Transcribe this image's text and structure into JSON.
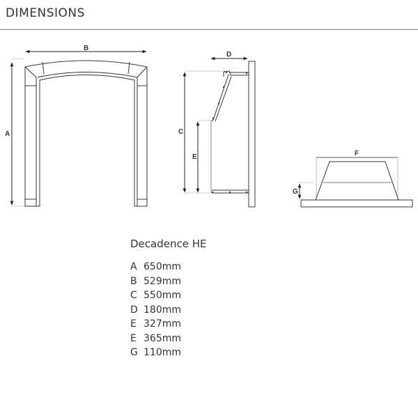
{
  "title": "DIMENSIONS",
  "labels": {
    "a": "A",
    "b": "B",
    "c": "C",
    "d": "D",
    "e": "E",
    "f": "F",
    "g": "G"
  },
  "product": "Decadence HE",
  "dimensions": [
    {
      "key": "A",
      "value": "650mm"
    },
    {
      "key": "B",
      "value": "529mm"
    },
    {
      "key": "C",
      "value": "550mm"
    },
    {
      "key": "D",
      "value": "180mm"
    },
    {
      "key": "E",
      "value": "327mm"
    },
    {
      "key": "E",
      "value": "365mm"
    },
    {
      "key": "G",
      "value": "110mm"
    }
  ]
}
